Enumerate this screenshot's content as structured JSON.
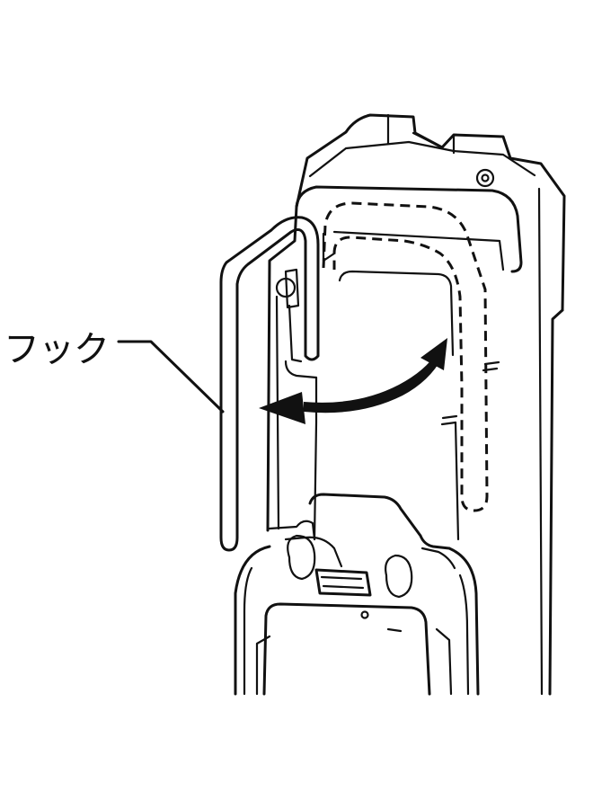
{
  "callout": {
    "label": "フック"
  },
  "colors": {
    "line": "#111111",
    "background": "#ffffff"
  },
  "parts": [
    "hook",
    "hook-alternate-position",
    "rotation-arrow",
    "work-light-body"
  ]
}
